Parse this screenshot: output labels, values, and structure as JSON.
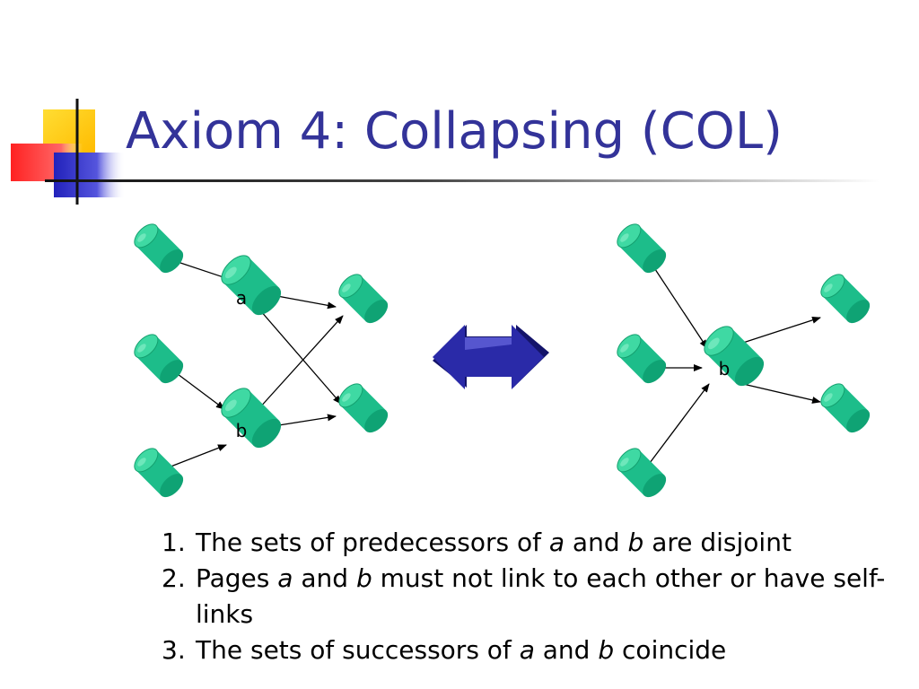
{
  "title": "Axiom 4: Collapsing (COL)",
  "colors": {
    "title": "#333399",
    "node": "#1dbd8a",
    "node_dark": "#0a8f63",
    "node_light": "#6fe6bc",
    "arrow_body": "#2a2aa8",
    "arrow_shadow": "#14146a",
    "logo_yellow": "#ffcc00",
    "logo_red": "#ff3333",
    "logo_blue": "#3333cc"
  },
  "diagram": {
    "left_graph": {
      "node_a_label": "a",
      "node_b_label": "b"
    },
    "right_graph": {
      "node_b_label": "b"
    },
    "equivalence_icon": "double-headed-arrow-icon"
  },
  "conditions": [
    {
      "number": "1.",
      "parts": [
        {
          "text": "The sets of predecessors of ",
          "italic": false
        },
        {
          "text": "a",
          "italic": true
        },
        {
          "text": " and ",
          "italic": false
        },
        {
          "text": "b",
          "italic": true
        },
        {
          "text": " are disjoint",
          "italic": false
        }
      ]
    },
    {
      "number": "2.",
      "parts": [
        {
          "text": "Pages ",
          "italic": false
        },
        {
          "text": "a",
          "italic": true
        },
        {
          "text": " and ",
          "italic": false
        },
        {
          "text": "b",
          "italic": true
        },
        {
          "text": " must not link to each other or have self-links",
          "italic": false
        }
      ]
    },
    {
      "number": "3.",
      "parts": [
        {
          "text": "The sets of successors of ",
          "italic": false
        },
        {
          "text": "a",
          "italic": true
        },
        {
          "text": " and ",
          "italic": false
        },
        {
          "text": "b",
          "italic": true
        },
        {
          "text": " coincide",
          "italic": false
        }
      ]
    }
  ]
}
